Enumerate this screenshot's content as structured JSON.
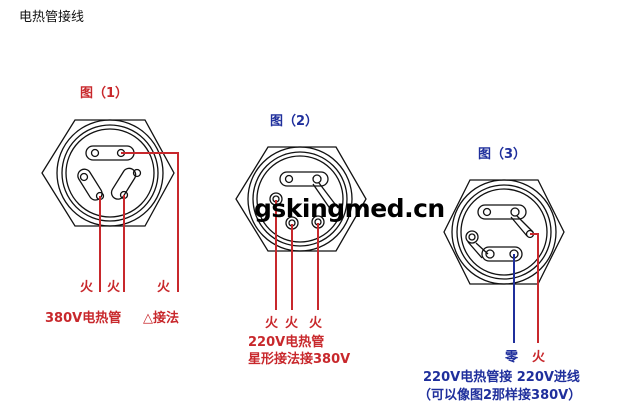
{
  "page": {
    "title": "电热管接线"
  },
  "colors": {
    "red": "#c8282c",
    "blue": "#1f2f9c",
    "line": "#111111"
  },
  "watermark": "gskingmed.cn",
  "figures": [
    {
      "label": "图（1）",
      "color": "#c8282c",
      "wire_labels": [
        "火",
        "火",
        "火"
      ],
      "caption_lines": [
        "380V电热管",
        "△接法"
      ]
    },
    {
      "label": "图（2）",
      "color": "#1f2f9c",
      "wire_labels": [
        "火",
        "火",
        "火"
      ],
      "caption_lines": [
        "220V电热管",
        "星形接法接380V"
      ]
    },
    {
      "label": "图（3）",
      "color": "#1f2f9c",
      "wire_labels": [
        "零",
        "火"
      ],
      "caption_lines": [
        "220V电热管接 220V进线",
        "（可以像图2那样接380V）"
      ]
    }
  ]
}
